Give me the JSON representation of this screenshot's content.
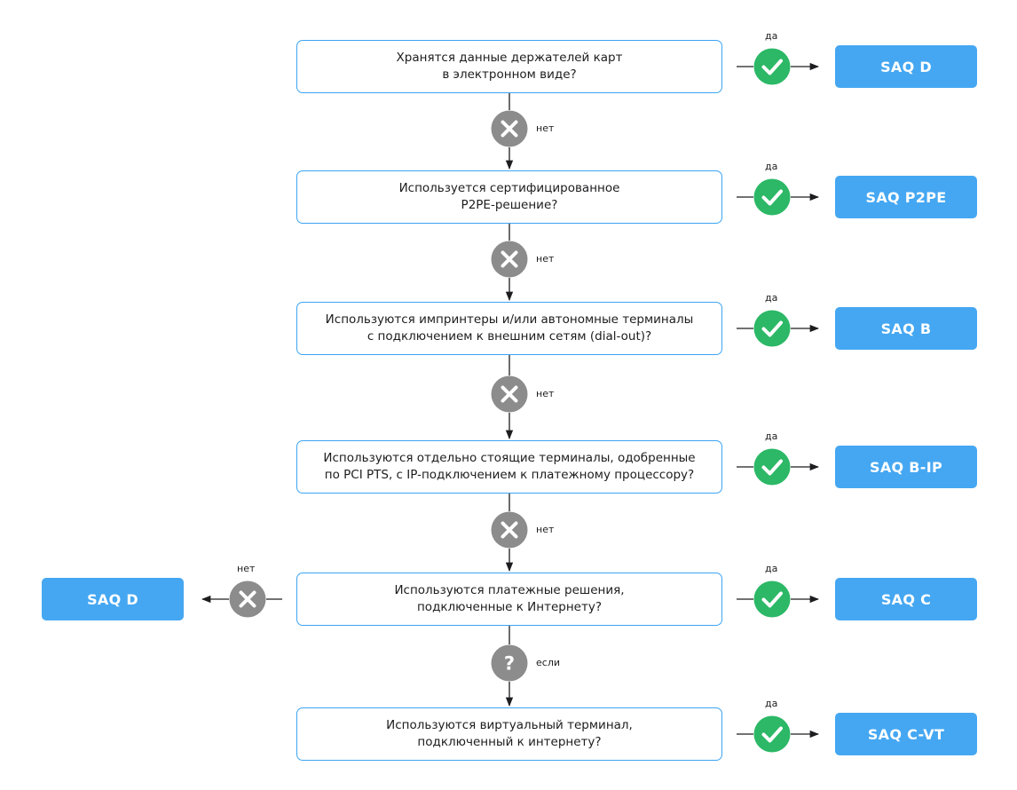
{
  "colors": {
    "accent": "#45a7f2",
    "box_border": "#3da4f2",
    "yes_green": "#2cb866",
    "no_gray": "#8c8c8c",
    "line": "#1d1d1f"
  },
  "steps": [
    {
      "question": [
        "Хранятся данные держателей карт",
        "в электронном виде?"
      ],
      "yes_label": "да",
      "result": "SAQ D",
      "next_label": "нет"
    },
    {
      "question": [
        "Используется сертифицированное",
        "P2PE-решение?"
      ],
      "yes_label": "да",
      "result": "SAQ P2PE",
      "next_label": "нет"
    },
    {
      "question": [
        "Используются импринтеры и/или автономные терминалы",
        "с подключением к внешним сетям (dial-out)?"
      ],
      "yes_label": "да",
      "result": "SAQ B",
      "next_label": "нет"
    },
    {
      "question": [
        "Используются отдельно стоящие терминалы, одобренные",
        "по PCI PTS, с IP-подключением к платежному процессору?"
      ],
      "yes_label": "да",
      "result": "SAQ B-IP",
      "next_label": "нет"
    },
    {
      "question": [
        "Используются платежные решения,",
        "подключенные к Интернету?"
      ],
      "yes_label": "да",
      "result": "SAQ C",
      "next_label": "если",
      "no_label": "нет",
      "no_result": "SAQ D"
    },
    {
      "question": [
        "Используются виртуальный терминал,",
        "подключенный к интернету?"
      ],
      "yes_label": "да",
      "result": "SAQ C-VT"
    }
  ]
}
